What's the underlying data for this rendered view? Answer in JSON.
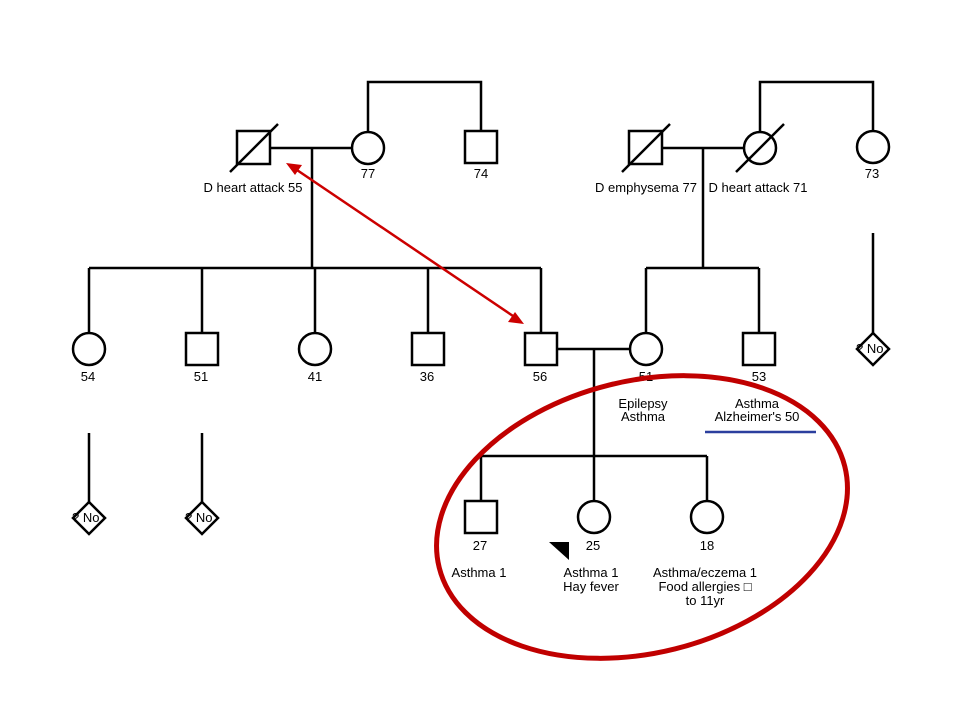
{
  "colors": {
    "line": "#000000",
    "arrow": "#cc0000",
    "circle_highlight": "#c00000",
    "underline": "#2b3f9e"
  },
  "grandparents_paternal": {
    "grandfather_label": "D heart attack 55",
    "grandmother_age": "77",
    "uncle_age": "74"
  },
  "grandparents_maternal": {
    "grandfather_label": "D emphysema 77",
    "grandmother_label": "D heart attack 71",
    "aunt_age": "73"
  },
  "generation2": {
    "aunt1_age": "54",
    "uncle1_age": "51",
    "aunt2_age": "41",
    "uncle2_age": "36",
    "father_age": "56",
    "mother_age": "51",
    "mother_cond_1": "Epilepsy",
    "mother_cond_2": "Asthma",
    "maternal_uncle_age": "53",
    "maternal_uncle_cond_1": "Asthma",
    "maternal_uncle_cond_2": "Alzheimer's 50"
  },
  "no_children": {
    "label_aunt1": "? No",
    "label_uncle1": "? No",
    "label_maternal_aunt": "? No"
  },
  "generation3": {
    "son_age": "27",
    "son_cond": "Asthma 1",
    "proband_age": "25",
    "proband_cond_1": "Asthma 1",
    "proband_cond_2": "Hay fever",
    "daughter_age": "18",
    "daughter_cond_1": "Asthma/eczema 1",
    "daughter_cond_2": "Food allergies □",
    "daughter_cond_3": "to 11yr"
  }
}
